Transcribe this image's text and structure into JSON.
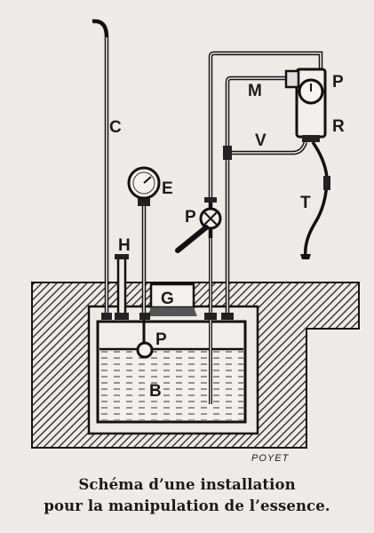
{
  "labels": {
    "c": "C",
    "m": "M",
    "p_top": "P",
    "r": "R",
    "v": "V",
    "e": "E",
    "p_valve": "P",
    "t": "T",
    "h": "H",
    "g": "G",
    "p_tank": "P",
    "b": "B"
  },
  "signature": "POYET",
  "caption": {
    "line1": "Schéma d’une installation",
    "line2": "pour la manipulation de l’essence."
  }
}
